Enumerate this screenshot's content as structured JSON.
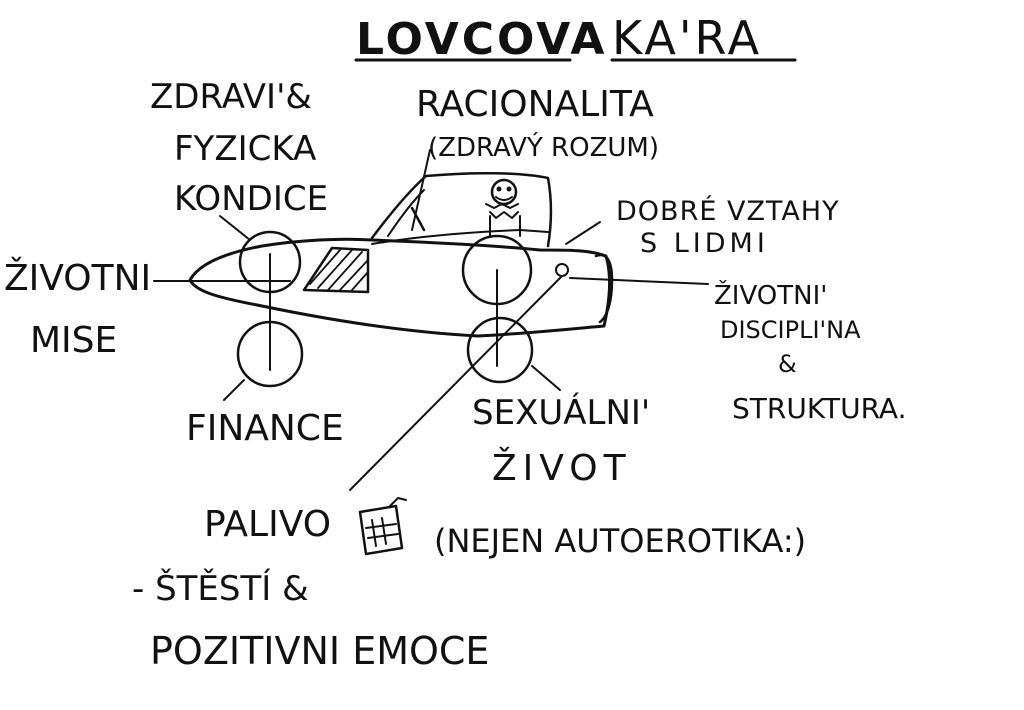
{
  "title": {
    "left": "LOVCOVA",
    "right": "KA'RA"
  },
  "labels": {
    "health_1": "ZDRAVI'&",
    "health_2": "FYZICKA",
    "health_3": "KONDICE",
    "reason_1": "RACIONALITA",
    "reason_2": "(ZDRAVÝ ROZUM)",
    "relations_1": "DOBRÉ VZTAHY",
    "relations_2": "S LIDMI",
    "mission_1": "ŽIVOTNI",
    "mission_2": "MISE",
    "discipline_1": "ŽIVOTNI'",
    "discipline_2": "DISCIPLI'NA",
    "discipline_3": "&",
    "discipline_4": "STRUKTURA.",
    "finance": "FINANCE",
    "sex_1": "SEXUÁLNI'",
    "sex_2": "ŽIVOT",
    "fuel": "PALIVO",
    "autoerotika": "(NEJEN AUTOEROTIKA:)",
    "happiness": "- ŠTĚSTÍ &",
    "emotions": "POZITIVNI EMOCE"
  }
}
